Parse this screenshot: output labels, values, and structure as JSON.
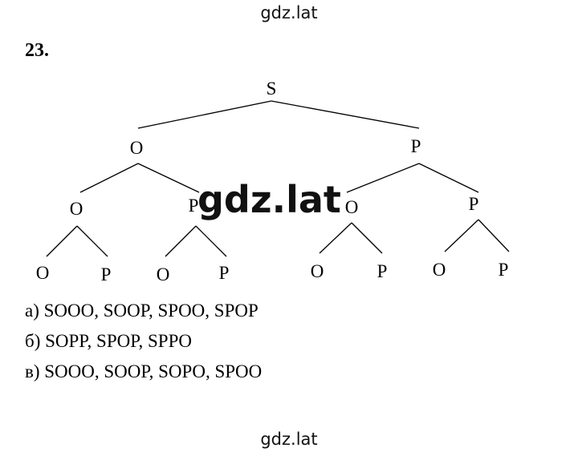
{
  "watermark": {
    "top": "gdz.lat",
    "center": "gdz.lat",
    "bottom": "gdz.lat"
  },
  "task": {
    "number": "23."
  },
  "tree": {
    "root": "S",
    "level1": [
      "O",
      "P"
    ],
    "level2": [
      "O",
      "P",
      "O",
      "P"
    ],
    "level3": [
      "O",
      "P",
      "O",
      "P",
      "O",
      "P",
      "O",
      "P"
    ]
  },
  "answers": [
    "а) SOOO, SOOP, SPOO, SPOP",
    "б) SOPP, SPOP, SPPO",
    "в) SOOO, SOOP, SOPO, SPOO"
  ]
}
